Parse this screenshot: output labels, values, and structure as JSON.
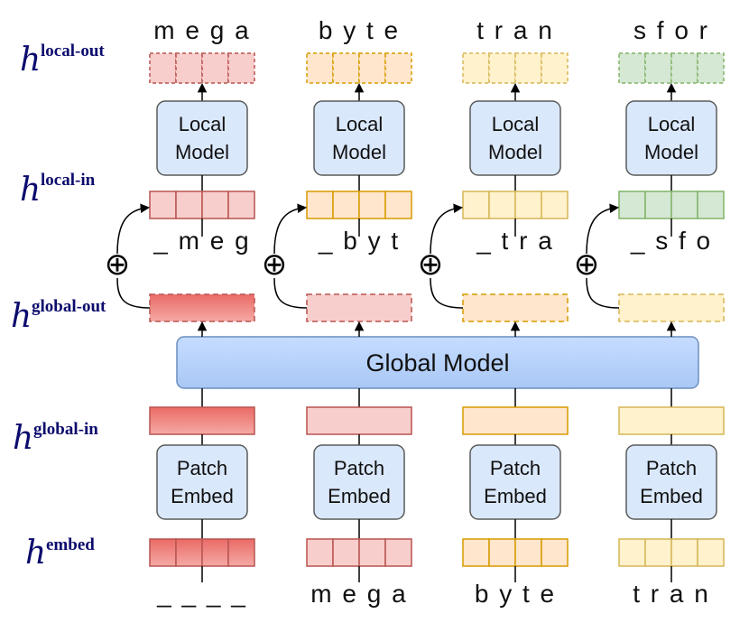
{
  "row_labels": {
    "local_out": {
      "h": "h",
      "sup": "local-out"
    },
    "local_in": {
      "h": "h",
      "sup": "local-in"
    },
    "global_out": {
      "h": "h",
      "sup": "global-out"
    },
    "global_in": {
      "h": "h",
      "sup": "global-in"
    },
    "embed": {
      "h": "h",
      "sup": "embed"
    }
  },
  "global_model_label": "Global Model",
  "local_model_label": [
    "Local",
    "Model"
  ],
  "patch_embed_label": [
    "Patch",
    "Embed"
  ],
  "plus_symbol": "⊕",
  "columns": [
    {
      "output_chars": "m e g a",
      "local_in_chars": "_ m e g",
      "input_chars": "_ _ _ _"
    },
    {
      "output_chars": "b y t e",
      "local_in_chars": "_ b y t",
      "input_chars": "m e g a"
    },
    {
      "output_chars": "t r a n",
      "local_in_chars": "_ t r a",
      "input_chars": "b y t e"
    },
    {
      "output_chars": "s f o r",
      "local_in_chars": "_ s f o",
      "input_chars": "t r a n"
    }
  ],
  "colors": {
    "red_fill": "#f8cecc",
    "red_stroke": "#b85450",
    "red_strong": "#e06b63",
    "orange_fill": "#ffe6cc",
    "orange_stroke": "#d79b00",
    "yellow_fill": "#fff2cc",
    "yellow_stroke": "#d6b656",
    "green_fill": "#d5e8d4",
    "green_stroke": "#82b366",
    "model_fill": "#dae8fc",
    "model_stroke": "#6c8ebf",
    "global_fill": "#b3d1ff"
  }
}
